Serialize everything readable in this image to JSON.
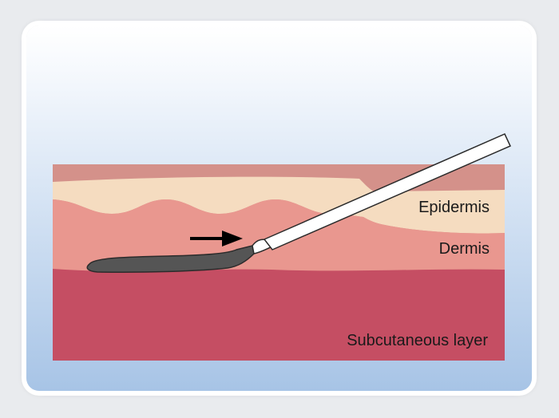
{
  "labels": {
    "epidermis": "Epidermis",
    "dermis": "Dermis",
    "subcutaneous": "Subcutaneous layer"
  },
  "colors": {
    "outer_skin": "#d4918a",
    "epidermis": "#f5dcc0",
    "dermis": "#e9978f",
    "subcutaneous": "#c54e63",
    "instrument_tip": "#555555",
    "instrument_shaft": "#ffffff",
    "arrow": "#000000"
  }
}
